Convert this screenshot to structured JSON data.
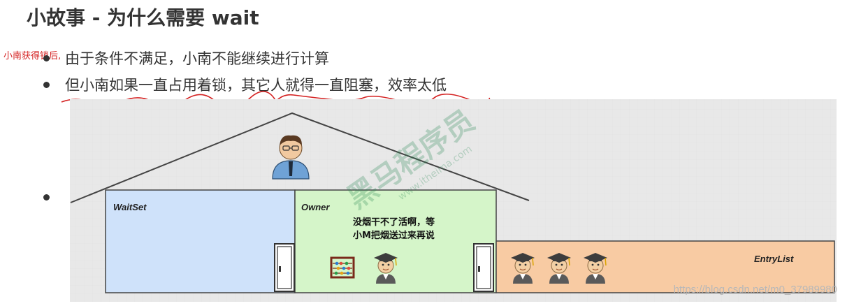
{
  "title": "小故事 - 为什么需要 wait",
  "annotation": "小南获得锁后,",
  "bullets": [
    "由于条件不满足，小南不能继续进行计算",
    "但小南如果一直占用着锁，其它人就得一直阻塞，效率太低",
    ""
  ],
  "diagram": {
    "waitset_label": "WaitSet",
    "owner_label": "Owner",
    "entrylist_label": "EntryList",
    "speech_line1": "没烟干不了活啊，等",
    "speech_line2": "小M把烟送过来再说",
    "watermark_text": "黑马程序员",
    "watermark_url": "www.itheima.com"
  },
  "watermark": "https://blog.csdn.net/m0_37989980",
  "colors": {
    "waitset_fill": "#cfe2fa",
    "owner_fill": "#d5f5c9",
    "entrylist_fill": "#f8cba3",
    "canvas_bg": "#e8e8e8",
    "annotation_red": "#d42020"
  },
  "icons": [
    "person-icon",
    "door-icon",
    "abacus-icon",
    "student-icon"
  ]
}
